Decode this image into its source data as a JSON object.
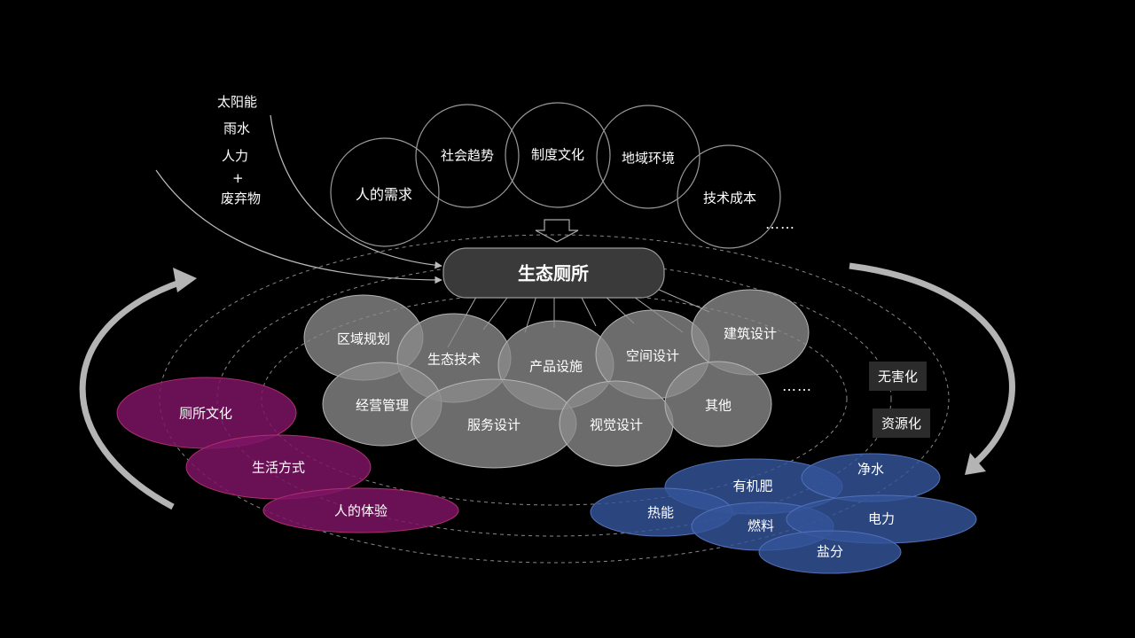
{
  "inputs": [
    "太阳能",
    "雨水",
    "人力",
    "+",
    "废弃物"
  ],
  "factors": [
    "人的需求",
    "社会趋势",
    "制度文化",
    "地域环境",
    "技术成本"
  ],
  "factors_more": "……",
  "center": "生态厕所",
  "components": [
    "区域规划",
    "生态技术",
    "产品设施",
    "空间设计",
    "建筑设计",
    "经营管理",
    "服务设计",
    "视觉设计",
    "其他"
  ],
  "components_more": "……",
  "culture": [
    "厕所文化",
    "生活方式",
    "人的体验"
  ],
  "tags": [
    "无害化",
    "资源化"
  ],
  "outputs": [
    "有机肥",
    "净水",
    "热能",
    "燃料",
    "电力",
    "盐分"
  ],
  "colors": {
    "background": "#000000",
    "gray_bubble": "#8a8a8a",
    "culture": "#8a1a6c",
    "output": "#3f5fa6",
    "arrow": "#b4b4b4"
  }
}
